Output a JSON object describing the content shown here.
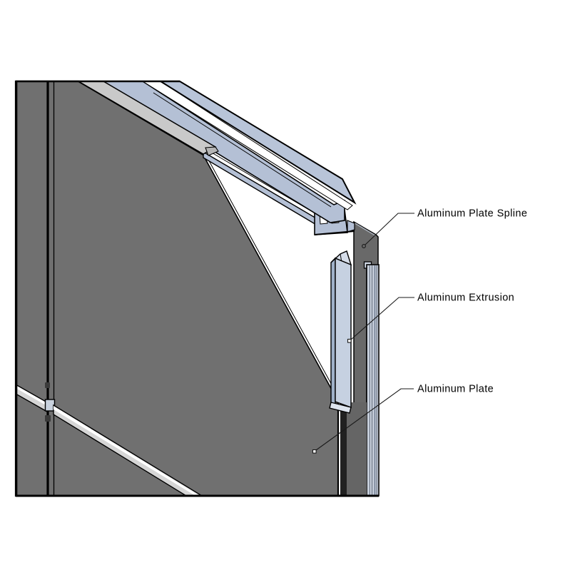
{
  "diagram": {
    "kind": "axonometric construction detail",
    "subject": "Aluminum plate panel system detail",
    "labels": [
      {
        "id": "spline",
        "text": "Aluminum Plate Spline"
      },
      {
        "id": "extrusion",
        "text": "Aluminum Extrusion"
      },
      {
        "id": "plate",
        "text": "Aluminum Plate"
      }
    ],
    "colors": {
      "outline": "#000000",
      "panel_gray": "#707070",
      "panel_dark": "#696969",
      "shadow_dark": "#212121",
      "shadow_mid": "#656565",
      "metal_blue": "#b4c0d5",
      "metal_blue_top": "#b8c4d8",
      "metal_blue_light": "#c6d1e1",
      "metal_blue_side": "#9fb1c9",
      "metal_blue_cap": "#d6dde9",
      "filler_gray": "#c9c9c9",
      "joint_gray": "#d6d6d6",
      "stripe_band": "#cdd5e1",
      "clip_blue": "#c9d2de",
      "highlight_white": "#ffffff"
    }
  }
}
